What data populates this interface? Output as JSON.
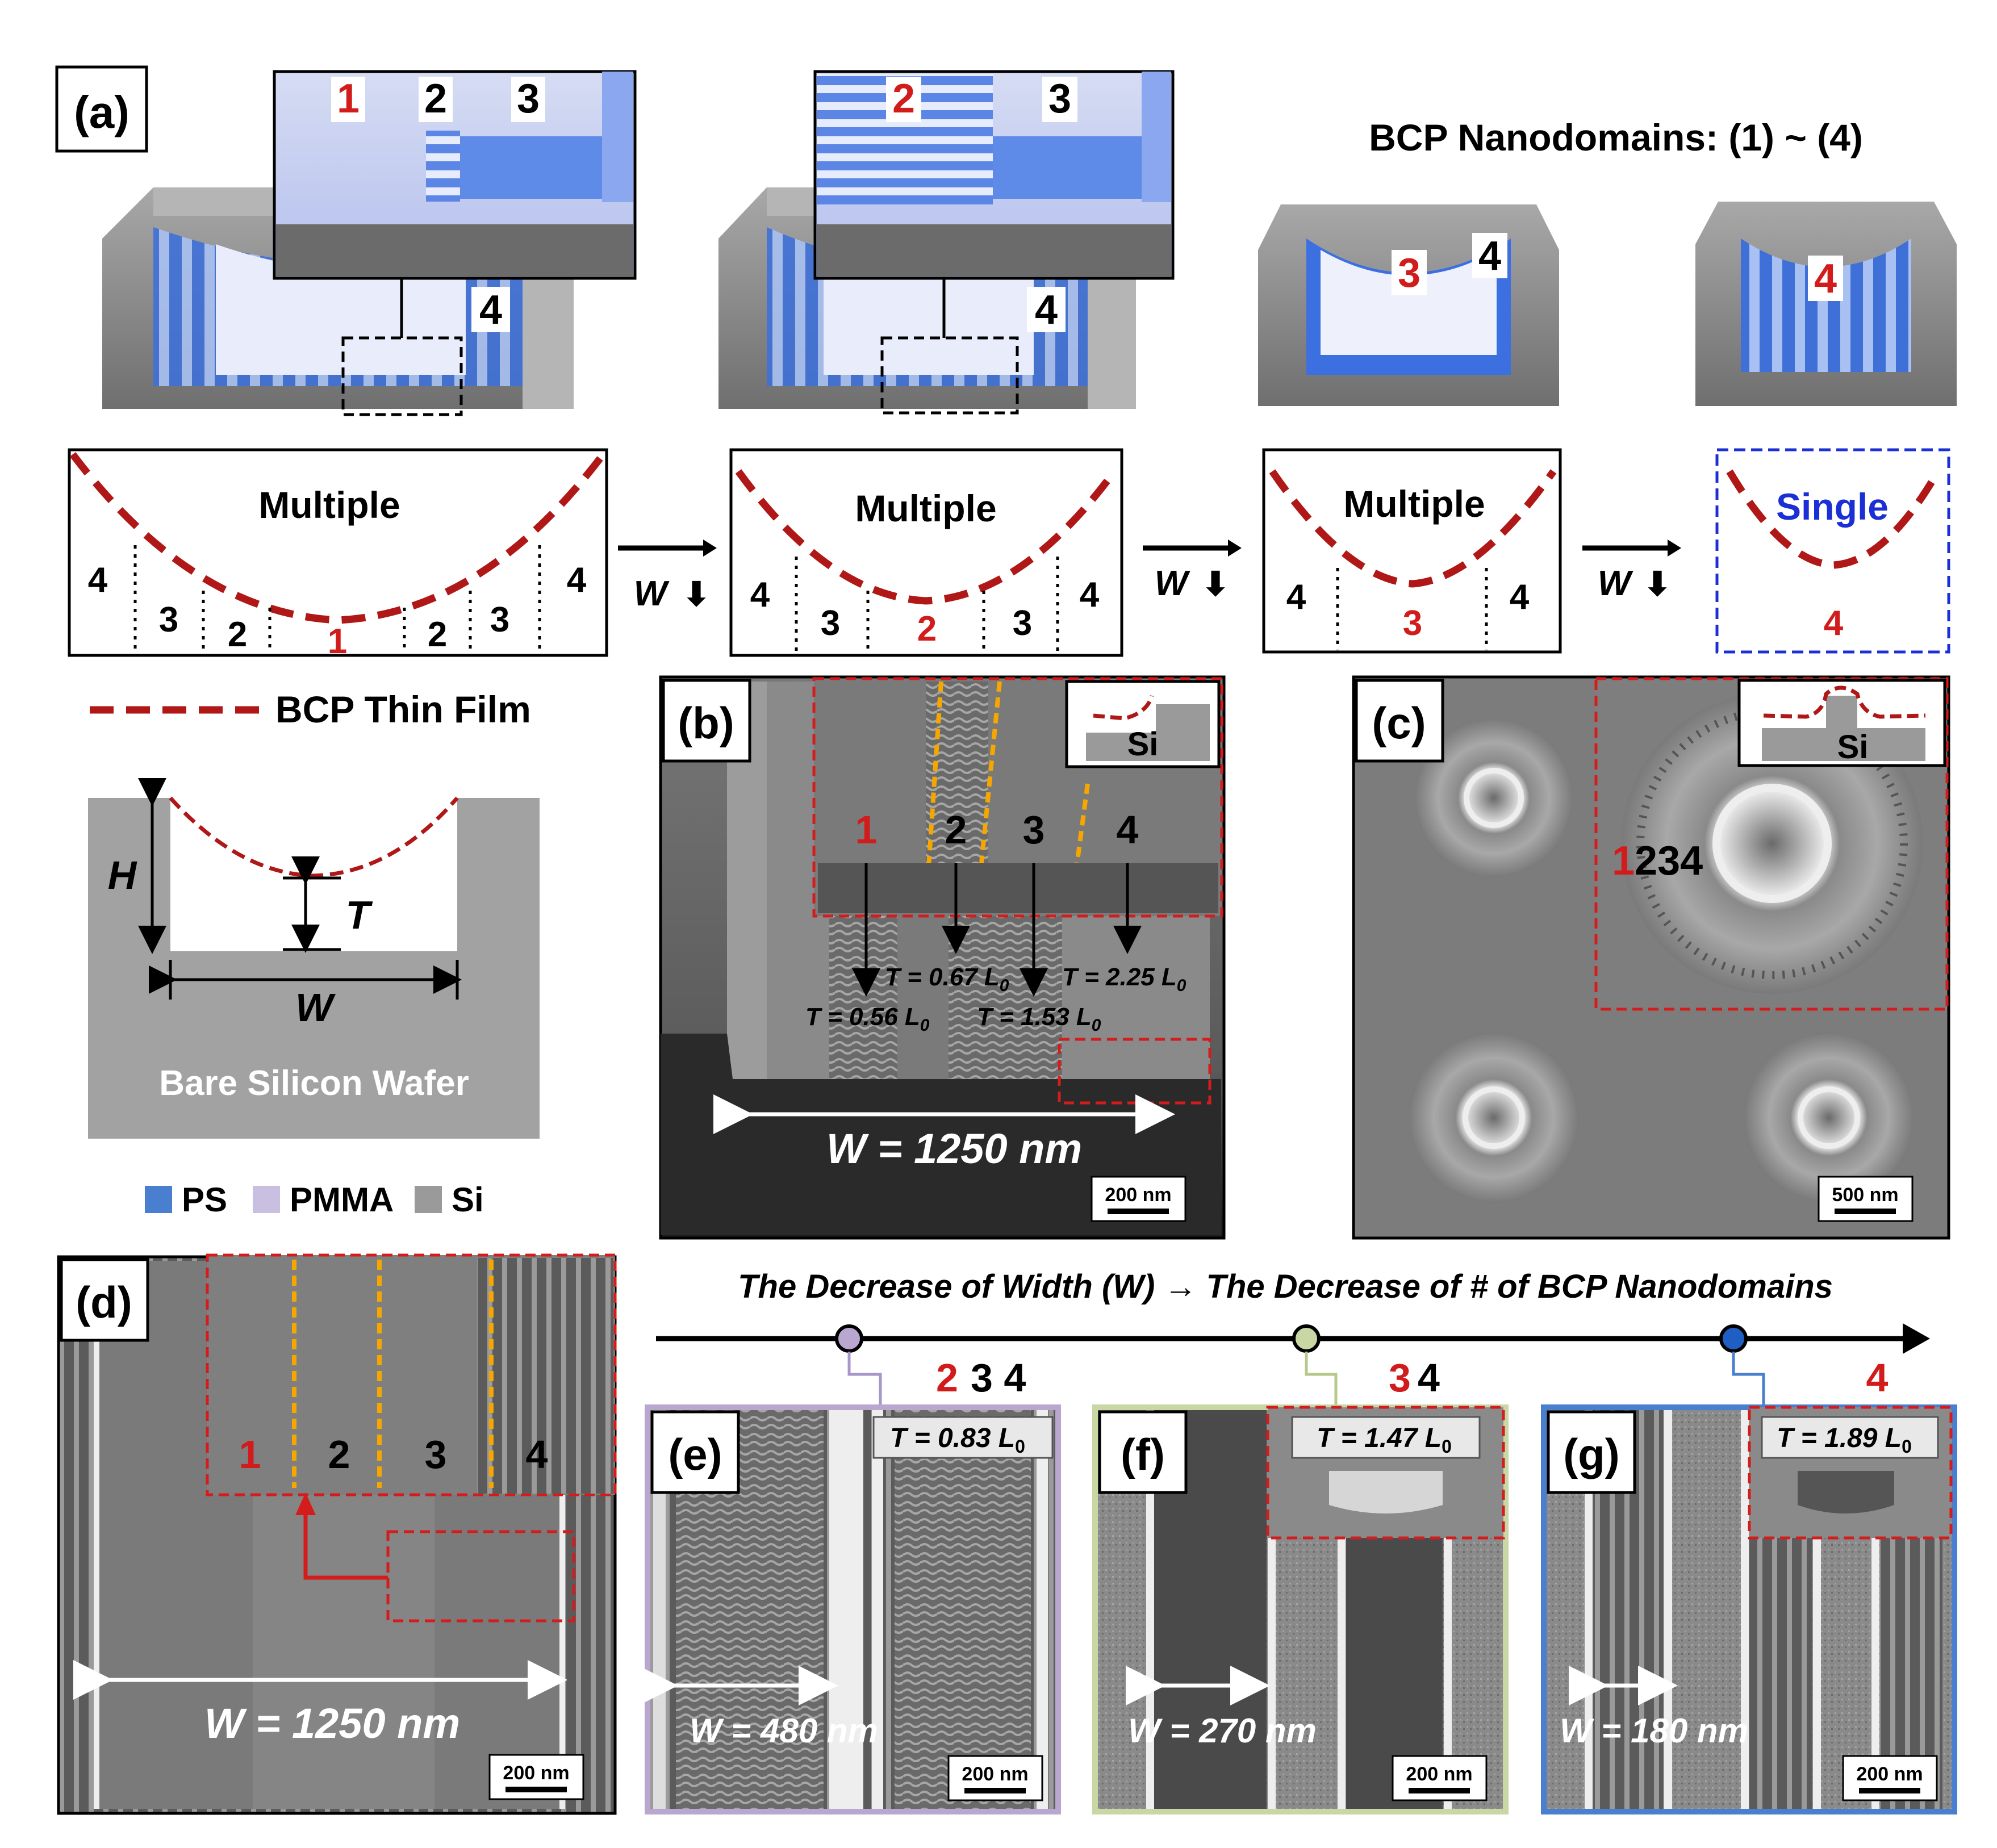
{
  "panel_labels": {
    "a": "(a)",
    "b": "(b)",
    "c": "(c)",
    "d": "(d)",
    "e": "(e)",
    "f": "(f)",
    "g": "(g)"
  },
  "bcp_header": "BCP Nanodomains: (1) ~ (4)",
  "nums": {
    "n1": "1",
    "n2": "2",
    "n3": "3",
    "n4": "4"
  },
  "schematic": {
    "multiple": "Multiple",
    "single": "Single",
    "arrow_label": "W",
    "arrow_glyph": "⬇"
  },
  "legend": {
    "thin_film": "BCP Thin Film",
    "ps": "PS",
    "pmma": "PMMA",
    "si": "Si",
    "colors": {
      "ps": "#4a7fd0",
      "pmma": "#c9bfe0",
      "si": "#9a9a9a",
      "film": "#b01818"
    }
  },
  "trench": {
    "h": "H",
    "t": "T",
    "w": "W",
    "wafer": "Bare Silicon Wafer"
  },
  "panel_b": {
    "si": "Si",
    "t1": "T = 0.56 L",
    "t2": "T = 0.67 L",
    "t3": "T = 1.53 L",
    "t4": "T = 2.25 L",
    "sub": "0",
    "width": "W = 1250 nm",
    "scale": "200 nm"
  },
  "panel_c": {
    "si": "Si",
    "nums": "1234",
    "n1": "1",
    "rest": "234",
    "scale": "500 nm"
  },
  "panel_d": {
    "width": "W = 1250 nm",
    "scale": "200 nm"
  },
  "timeline": {
    "title": "The Decrease of Width (W) → The Decrease of # of BCP Nanodomains"
  },
  "panel_e": {
    "nums_red": "2",
    "nums_black": "3 4",
    "t": "T = 0.83 L",
    "sub": "0",
    "width": "W = 480 nm",
    "scale": "200 nm"
  },
  "panel_f": {
    "nums_red": "3",
    "nums_black": "4",
    "t": "T = 1.47 L",
    "sub": "0",
    "width": "W = 270 nm",
    "scale": "200 nm"
  },
  "panel_g": {
    "nums_red": "4",
    "t": "T = 1.89 L",
    "sub": "0",
    "width": "W = 180 nm",
    "scale": "200 nm"
  }
}
